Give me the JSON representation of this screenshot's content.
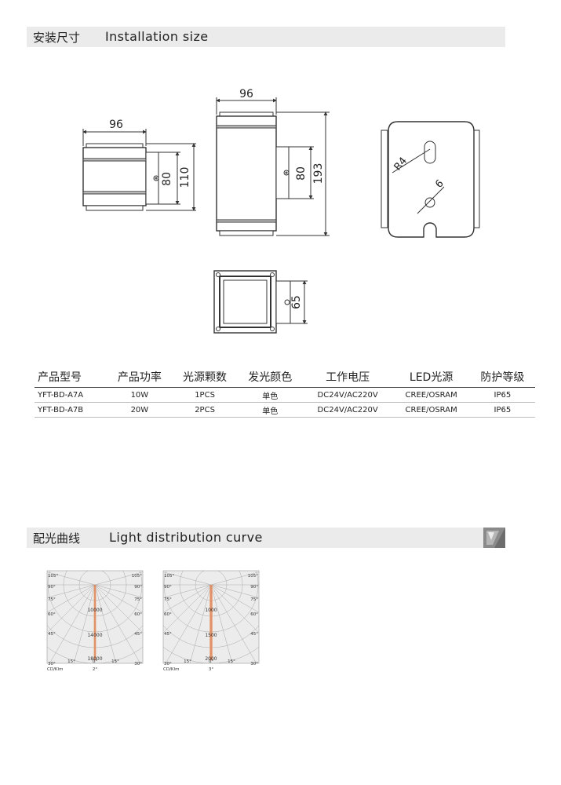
{
  "sections": {
    "install": {
      "zh": "安装尺寸",
      "en": "Installation size"
    },
    "light": {
      "zh": "配光曲线",
      "en": "Light distribution curve"
    }
  },
  "drawing": {
    "side1": {
      "width": "96",
      "inner_height": "80",
      "height": "110"
    },
    "side2": {
      "width": "96",
      "inner_height": "80",
      "height": "193"
    },
    "bracket": {
      "radius": "R4",
      "hole": "6"
    },
    "top": {
      "depth": "65"
    }
  },
  "table": {
    "headers": [
      "产品型号",
      "产品功率",
      "光源颗数",
      "发光颜色",
      "工作电压",
      "LED光源",
      "防护等级"
    ],
    "rows": [
      [
        "YFT-BD-A7A",
        "10W",
        "1PCS",
        "单色",
        "DC24V/AC220V",
        "CREE/OSRAM",
        "IP65"
      ],
      [
        "YFT-BD-A7B",
        "20W",
        "2PCS",
        "单色",
        "DC24V/AC220V",
        "CREE/OSRAM",
        "IP65"
      ]
    ]
  },
  "polar_charts": [
    {
      "angle_labels_left": [
        "105°",
        "90°",
        "75°",
        "60°",
        "45°",
        "30°"
      ],
      "angle_labels_right": [
        "105°",
        "90°",
        "75°",
        "60°",
        "45°",
        "30°"
      ],
      "bottom_labels": [
        "15°",
        "0°",
        "15°"
      ],
      "unit": "CD/Klm",
      "beam": "2°",
      "values": [
        "10000",
        "14000",
        "18000"
      ]
    },
    {
      "angle_labels_left": [
        "105°",
        "90°",
        "75°",
        "60°",
        "45°",
        "30°"
      ],
      "angle_labels_right": [
        "105°",
        "90°",
        "75°",
        "60°",
        "45°",
        "30°"
      ],
      "bottom_labels": [
        "15°",
        "0°",
        "15°"
      ],
      "unit": "CD/Klm",
      "beam": "3°",
      "values": [
        "1000",
        "1500",
        "2000"
      ]
    }
  ],
  "colors": {
    "beam": "#e8a47a",
    "beam_core": "#d9683a",
    "line": "#333333",
    "grid": "#aaaaaa"
  }
}
